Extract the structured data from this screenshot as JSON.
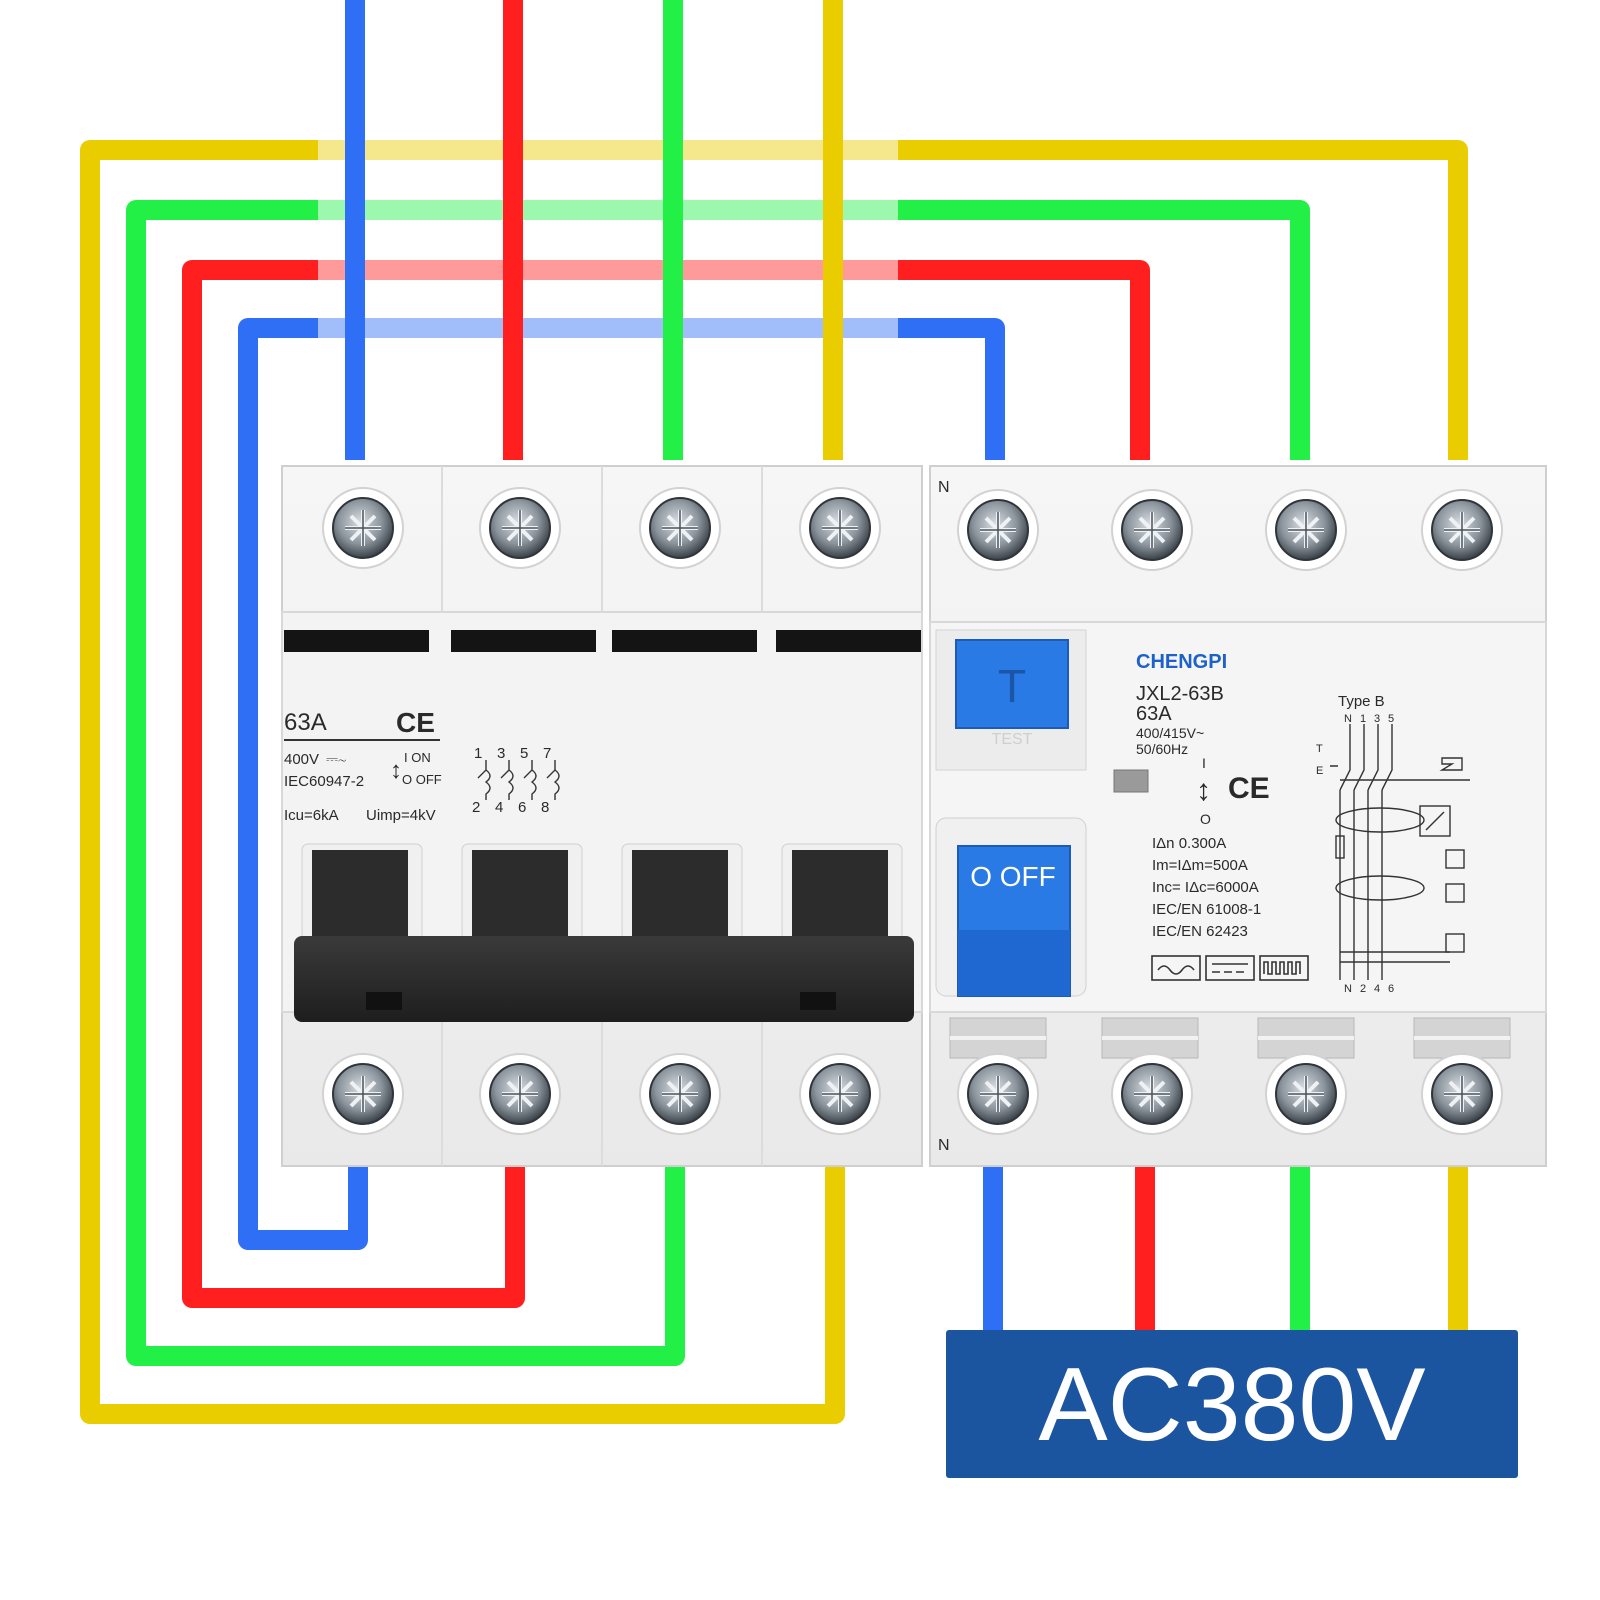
{
  "colors": {
    "blue": "#2f6ff5",
    "red": "#ff1f1f",
    "green": "#22f047",
    "yellow": "#eacd00",
    "rcd_blue": "#2a7ae6",
    "supply_panel": "#1b55a0",
    "handle_black": "#2b2b2b"
  },
  "mcb": {
    "rating": "63A",
    "ce_mark": "CE",
    "voltage": "400V",
    "standard": "IEC60947-2",
    "on_label": "I ON",
    "off_label": "O OFF",
    "icu": "Icu=6kA",
    "uimp": "Uimp=4kV",
    "terminals_top": [
      "1",
      "3",
      "5",
      "7"
    ],
    "terminals_bottom": [
      "2",
      "4",
      "6",
      "8"
    ]
  },
  "rcd": {
    "brand": "CHENGPI",
    "model": "JXL2-63B",
    "rating": "63A",
    "voltage": "400/415V~",
    "frequency": "50/60Hz",
    "test_button": "T",
    "test_label": "TEST",
    "toggle_label": "O OFF",
    "switch_on": "I",
    "switch_off": "O",
    "ce_mark": "CE",
    "specs": [
      "IΔn 0.300A",
      "Im=IΔm=500A",
      "Inc= IΔc=6000A",
      "IEC/EN 61008-1",
      "IEC/EN 62423"
    ],
    "type_label": "Type  B",
    "neutral_mark": "N",
    "schematic_top": [
      "N",
      "1",
      "3",
      "5"
    ],
    "schematic_bottom": [
      "N",
      "2",
      "4",
      "6"
    ],
    "schematic_t": "T",
    "schematic_e": "E"
  },
  "supply": {
    "label": "AC380V"
  }
}
